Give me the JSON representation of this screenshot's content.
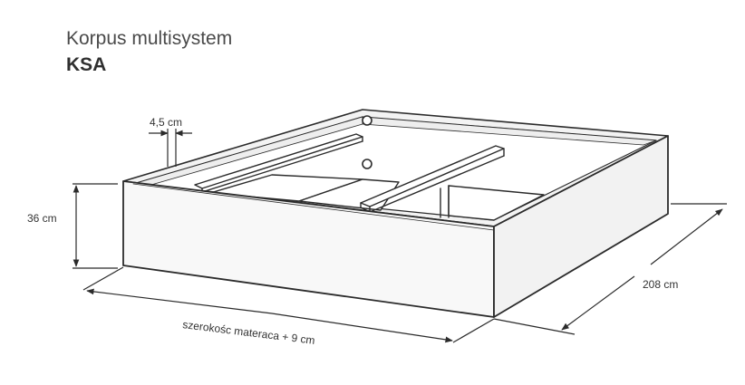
{
  "header": {
    "title": "Korpus multisystem",
    "subtitle": "KSA"
  },
  "dimensions": {
    "thickness": "4,5 cm",
    "height": "36 cm",
    "length": "208 cm",
    "width": "szerokośc materaca + 9 cm"
  },
  "colors": {
    "line": "#2b2b2b",
    "panel_fill": "#f6f6f6",
    "bottom_fill": "#ffffff"
  }
}
